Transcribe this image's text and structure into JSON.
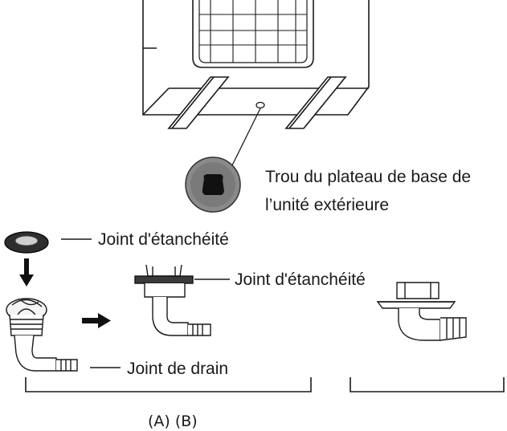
{
  "labels": {
    "hole_line1": "Trou du plateau de base de",
    "hole_line2": "l’unité extérieure",
    "seal_left": "Joint d'étanchéité",
    "seal_mid": "Joint d'étanchéité",
    "drain_joint": "Joint de drain",
    "caption": "(A) (B)"
  }
}
